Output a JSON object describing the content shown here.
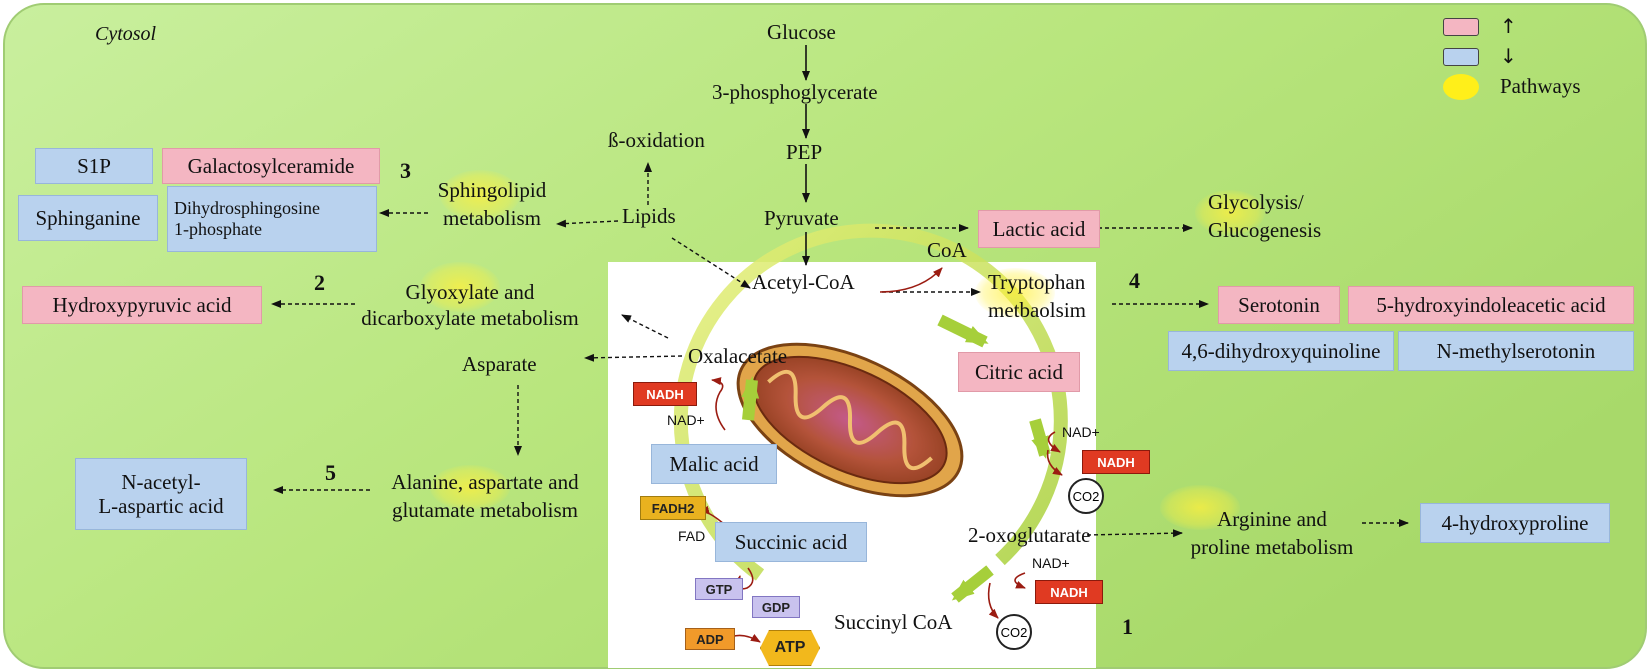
{
  "compartment_label": "Cytosol",
  "legend": {
    "up_symbol": "↑",
    "down_symbol": "↓",
    "pathways_label": "Pathways",
    "up_color": "#f4b6c2",
    "down_color": "#b9d2ee",
    "pathway_color": "#ffef1a"
  },
  "glycolysis": {
    "glucose": "Glucose",
    "pg3": "3-phosphoglycerate",
    "pep": "PEP",
    "pyruvate": "Pyruvate",
    "acetyl_coa": "Acetyl-CoA",
    "coa": "CoA"
  },
  "lipid": {
    "beta_oxidation": "ß-oxidation",
    "lipids": "Lipids",
    "sphingolipid_l1": "Sphingolipid",
    "sphingolipid_l2": "metabolism",
    "s1p": "S1P",
    "galactosylceramide": "Galactosylceramide",
    "sphinganine": "Sphinganine",
    "dihydro_l1": "Dihydrosphingosine",
    "dihydro_l2": "1-phosphate",
    "number": "3"
  },
  "glyoxylate": {
    "label_l1": "Glyoxylate and",
    "label_l2": "dicarboxylate metabolism",
    "hydroxypyruvic": "Hydroxypyruvic acid",
    "number": "2"
  },
  "lactate": {
    "lactic_acid": "Lactic acid",
    "glyco_l1": "Glycolysis/",
    "glyco_l2": "Glucogenesis"
  },
  "tryptophan": {
    "label_l1": "Tryptophan",
    "label_l2": "metbaolsim",
    "number": "4",
    "serotonin": "Serotonin",
    "hiaa": "5-hydroxyindoleacetic acid",
    "dihydroxyquinoline": "4,6-dihydroxyquinoline",
    "n_methylserotonin": "N-methylserotonin"
  },
  "aspartate": {
    "oxalacetate": "Oxalacetate",
    "asparate": "Asparate",
    "ala_l1": "Alanine, aspartate and",
    "ala_l2": "glutamate metabolism",
    "nacetyl_l1": "N-acetyl-",
    "nacetyl_l2": "L-aspartic acid",
    "number": "5"
  },
  "tca": {
    "citric_acid": "Citric acid",
    "oxoglutarate": "2-oxoglutarate",
    "succinyl_coa": "Succinyl CoA",
    "succinic_acid": "Succinic acid",
    "malic_acid": "Malic acid",
    "nadh": "NADH",
    "nad_plus": "NAD+",
    "fadh2": "FADH2",
    "fad": "FAD",
    "gtp": "GTP",
    "gdp": "GDP",
    "adp": "ADP",
    "atp": "ATP",
    "co2": "CO2",
    "number": "1"
  },
  "arginine": {
    "label_l1": "Arginine and",
    "label_l2": "proline metabolism",
    "hydroxyproline": "4-hydroxyproline"
  }
}
